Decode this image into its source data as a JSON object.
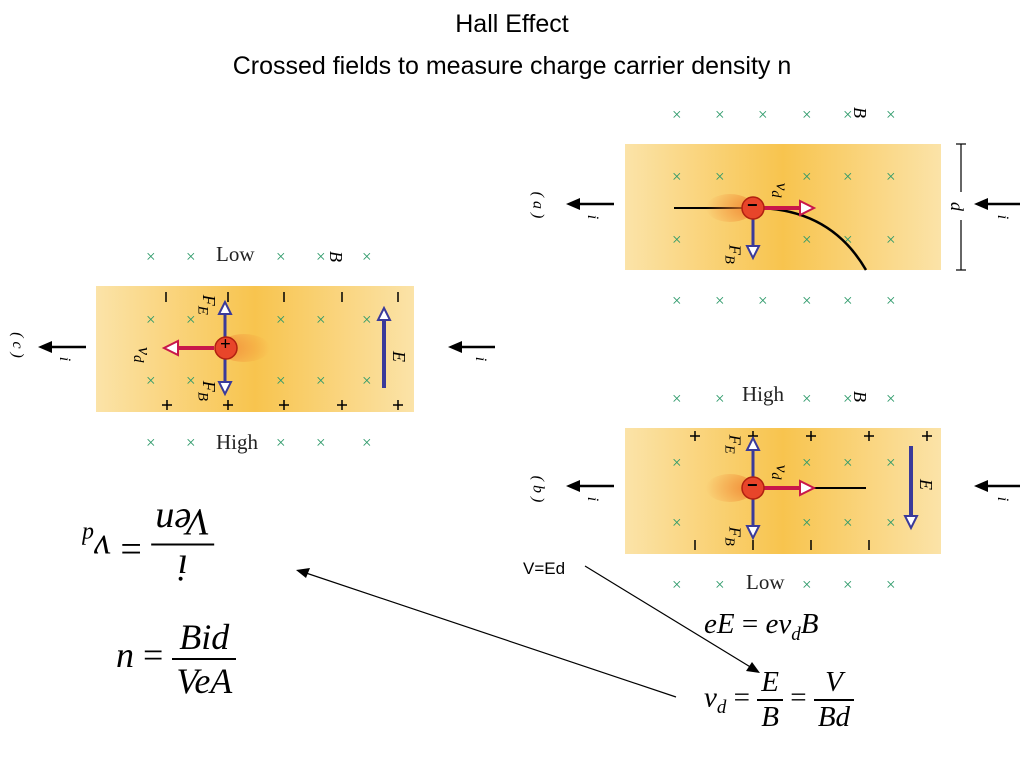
{
  "title": {
    "line1": "Hall Effect",
    "line2": "Crossed fields to measure charge carrier density n"
  },
  "panel_c": {
    "tag": "( c )",
    "top_label": "Low",
    "bottom_label": "High",
    "current": "i",
    "field_B": "B",
    "field_E": "E",
    "vd": "v",
    "vd_sub": "d",
    "FE": "F",
    "FE_sub": "E",
    "FB": "F",
    "FB_sub": "B",
    "charge": "+"
  },
  "panel_a": {
    "tag": "( a )",
    "current": "i",
    "field_B": "B",
    "vd": "v",
    "vd_sub": "d",
    "FB": "F",
    "FB_sub": "B",
    "charge": "−",
    "width_label": "d"
  },
  "panel_b": {
    "tag": "( b )",
    "top_label": "High",
    "bottom_label": "Low",
    "current": "i",
    "field_B": "B",
    "field_E": "E",
    "vd": "v",
    "vd_sub": "d",
    "FE": "F",
    "FE_sub": "E",
    "FB": "F",
    "FB_sub": "B",
    "charge": "−"
  },
  "equations": {
    "flipped": {
      "lhs": "v",
      "lhs_sub": "d",
      "eq": "=",
      "num": "Ven",
      "den": "i"
    },
    "density": {
      "lhs": "n",
      "eq": "=",
      "num": "Bid",
      "den": "VeA"
    },
    "v_ed": "V=Ed",
    "force_balance": {
      "lhs": "eE",
      "eq": "=",
      "rhs_a": "ev",
      "rhs_sub": "d",
      "rhs_b": "B"
    },
    "drift": {
      "lhs": "v",
      "lhs_sub": "d",
      "eq1": "=",
      "frac1_num": "E",
      "frac1_den": "B",
      "eq2": "=",
      "frac2_num": "V",
      "frac2_den": "Bd"
    }
  },
  "colors": {
    "strip_edge": "#fbe3a8",
    "strip_center": "#f8c44e",
    "x_mark": "#2e9a6a",
    "force_arrow": "#3a3a9a",
    "drift_arrow": "#c8174a",
    "charge_fill": "#e8452a"
  }
}
